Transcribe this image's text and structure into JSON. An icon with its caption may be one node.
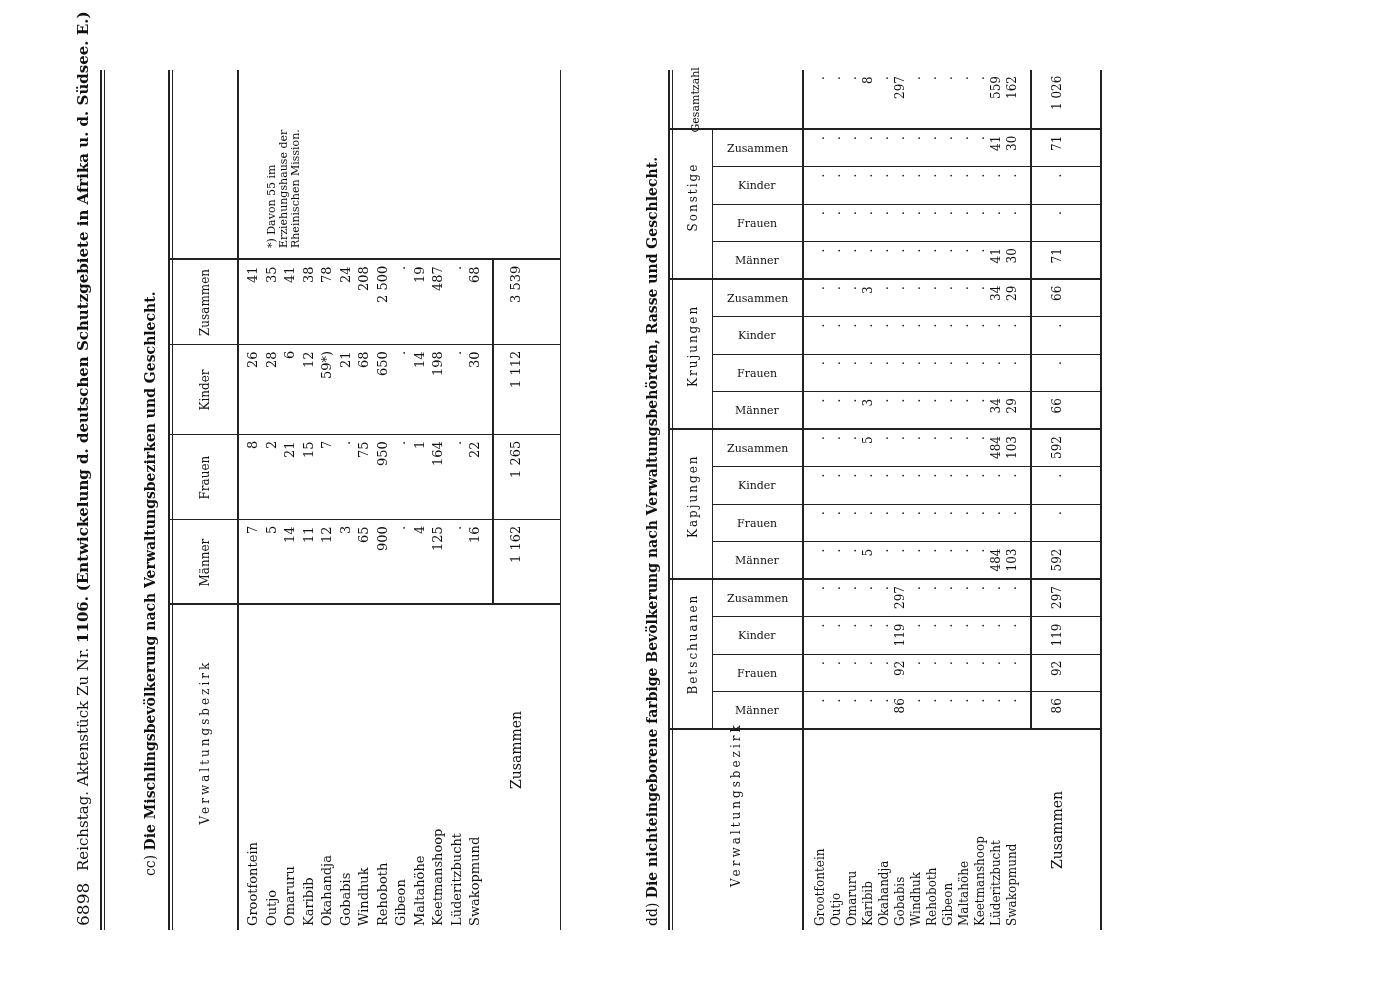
{
  "diagram": {
    "labels": [
      "6898",
      "Reichstag. Aktenstück Zu Nr. **1106.** **(Entwickelung d. deutschen Schutzgebiete in Afrika u. d. Südsee. E.)**",
      "cc) **Die Mischlingsbevölkerung nach Verwaltungsbezirken und Geschlecht.**",
      "Verwaltungsbezirk",
      "Männer",
      "Frauen",
      "Kinder",
      "Zusammen",
      "Grootfontein",
      "7",
      "8",
      "26",
      "41",
      "Outjo",
      "5",
      "2",
      "28",
      "35",
      "Omaruru",
      "14",
      "21",
      "6",
      "41",
      "Karibib",
      "11",
      "15",
      "12",
      "38",
      "Okahandja",
      "12",
      "7",
      "59*)",
      "78",
      "Gobabis",
      "3",
      ".",
      "21",
      "24",
      "Windhuk",
      "65",
      "75",
      "68",
      "208",
      "Rehoboth",
      "900",
      "950",
      "650",
      "2 500",
      "Gibeon",
      ".",
      ".",
      ".",
      ".",
      "Maltahöhe",
      "4",
      "1",
      "14",
      "19",
      "Keetmanshoop",
      "125",
      "164",
      "198",
      "487",
      "Lüderitzbucht",
      ".",
      ".",
      ".",
      ".",
      "Swakopmund",
      "16",
      "22",
      "30",
      "68",
      "Zusammen",
      "1 162",
      "1 265",
      "1 112",
      "3 539",
      "*) Davon 55 im Erziehungshause der Rheinischen Mission.",
      "dd) **Die nichteingeborene farbige Bevölkerung nach Verwaltungsbehörden, Rasse und Geschlecht.**",
      "Verwaltungsbezirk",
      "Betschuanen",
      "Kapjungen",
      "Krujungen",
      "Sonstige",
      "Gesamtzahl",
      "Männer",
      "Frauen",
      "Kinder",
      "Zusammen",
      "Männer",
      "Frauen",
      "Kinder",
      "Zusammen",
      "Männer",
      "Frauen",
      "Kinder",
      "Zusammen",
      "Männer",
      "Frauen",
      "Kinder",
      "Zusammen",
      "Grootfontein",
      ".",
      ".",
      ".",
      ".",
      ".",
      ".",
      ".",
      ".",
      ".",
      ".",
      ".",
      ".",
      ".",
      ".",
      ".",
      ".",
      ".",
      "Outjo",
      ".",
      ".",
      ".",
      ".",
      ".",
      ".",
      ".",
      ".",
      ".",
      ".",
      ".",
      ".",
      ".",
      ".",
      ".",
      ".",
      ".",
      "Omaruru",
      ".",
      ".",
      ".",
      ".",
      ".",
      ".",
      ".",
      ".",
      ".",
      ".",
      ".",
      ".",
      ".",
      ".",
      ".",
      ".",
      ".",
      "Karibib",
      ".",
      ".",
      ".",
      ".",
      "5",
      ".",
      ".",
      "5",
      "3",
      ".",
      ".",
      "3",
      ".",
      ".",
      ".",
      ".",
      "8",
      "Okahandja",
      ".",
      ".",
      ".",
      ".",
      ".",
      ".",
      ".",
      ".",
      ".",
      ".",
      ".",
      ".",
      ".",
      ".",
      ".",
      ".",
      ".",
      "Gobabis",
      "86",
      "92",
      "119",
      "297",
      ".",
      ".",
      ".",
      ".",
      ".",
      ".",
      ".",
      ".",
      ".",
      ".",
      ".",
      ".",
      "297",
      "Windhuk",
      ".",
      ".",
      ".",
      ".",
      ".",
      ".",
      ".",
      ".",
      ".",
      ".",
      ".",
      ".",
      ".",
      ".",
      ".",
      ".",
      ".",
      "Rehoboth",
      ".",
      ".",
      ".",
      ".",
      ".",
      ".",
      ".",
      ".",
      ".",
      ".",
      ".",
      ".",
      ".",
      ".",
      ".",
      ".",
      ".",
      "Gibeon",
      ".",
      ".",
      ".",
      ".",
      ".",
      ".",
      ".",
      ".",
      ".",
      ".",
      ".",
      ".",
      ".",
      ".",
      ".",
      ".",
      ".",
      "Maltahöhe",
      ".",
      ".",
      ".",
      ".",
      ".",
      ".",
      ".",
      ".",
      ".",
      ".",
      ".",
      ".",
      ".",
      ".",
      ".",
      ".",
      ".",
      "Keetmanshoop",
      ".",
      ".",
      ".",
      ".",
      ".",
      ".",
      ".",
      ".",
      ".",
      ".",
      ".",
      ".",
      ".",
      ".",
      ".",
      ".",
      ".",
      "Lüderitzbucht",
      ".",
      ".",
      ".",
      ".",
      "484",
      ".",
      ".",
      "484",
      "34",
      ".",
      ".",
      "34",
      "41",
      ".",
      ".",
      "41",
      "559",
      "Swakopmund",
      ".",
      ".",
      ".",
      ".",
      "103",
      ".",
      ".",
      "103",
      "29",
      ".",
      ".",
      "29",
      "30",
      ".",
      ".",
      "30",
      "162",
      "Zusammen",
      "86",
      "92",
      "119",
      "297",
      "592",
      ".",
      ".",
      "592",
      "66",
      ".",
      ".",
      "66",
      "71",
      ".",
      ".",
      "71",
      "1 026"
    ]
  }
}
